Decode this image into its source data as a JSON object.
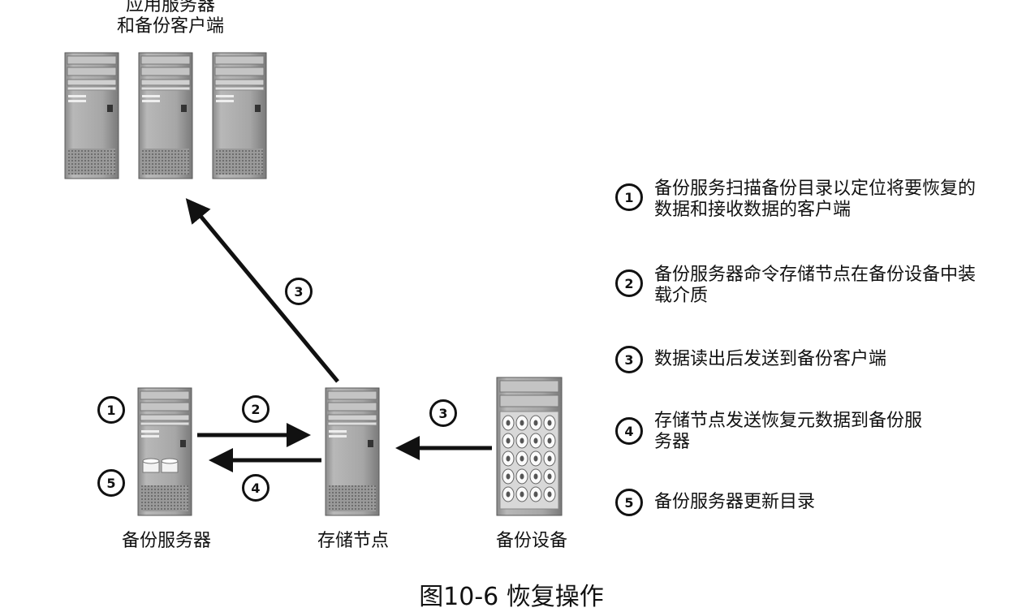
{
  "top_label": {
    "line1": "应用服务器",
    "line2": "和备份客户端"
  },
  "nodes": {
    "backup_server": "备份服务器",
    "storage_node": "存储节点",
    "backup_device": "备份设备"
  },
  "step_badges": {
    "s1": "1",
    "s2": "2",
    "s3a": "3",
    "s3b": "3",
    "s4": "4",
    "s5": "5"
  },
  "legend": [
    {
      "num": "1",
      "text": "备份服务扫描备份目录以定位将要恢复的数据和接收数据的客户端"
    },
    {
      "num": "2",
      "text": "备份服务器命令存储节点在备份设备中装载介质"
    },
    {
      "num": "3",
      "text": "数据读出后发送到备份客户端"
    },
    {
      "num": "4",
      "text": "存储节点发送恢复元数据到备份服务器"
    },
    {
      "num": "5",
      "text": "备份服务器更新目录"
    }
  ],
  "caption": "图10-6 恢复操作"
}
